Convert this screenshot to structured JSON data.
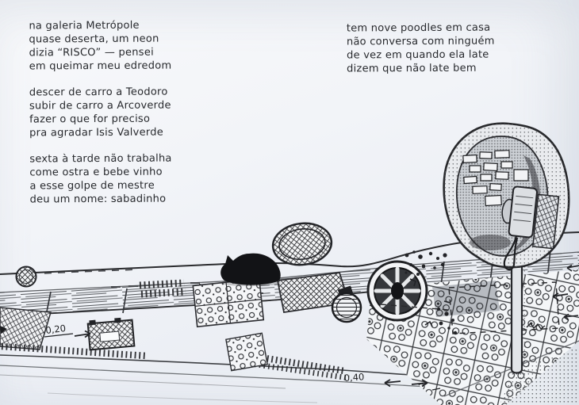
{
  "paper": {
    "background": "#eef1f5",
    "ink": "#26282c"
  },
  "poem_left": {
    "stanza1": [
      "na galeria Metrópole",
      "quase deserta, um neon",
      "dizia “RISCO” — pensei",
      "em queimar meu edredom"
    ],
    "stanza2": [
      "descer de carro a Teodoro",
      "subir de carro a Arcoverde",
      "fazer o que for preciso",
      "pra agradar Isis Valverde"
    ],
    "stanza3": [
      "sexta à tarde não trabalha",
      "come ostra e bebe vinho",
      "a esse golpe de mestre",
      "deu um nome: sabadinho"
    ]
  },
  "poem_right": {
    "stanza1": [
      "tem nove poodles em casa",
      "não conversa com ninguém",
      "de vez em quando ela late",
      "dizem que não late bem"
    ]
  },
  "illustration": {
    "labels": {
      "grate_width": "0,20",
      "curb_width": "0,40"
    }
  }
}
